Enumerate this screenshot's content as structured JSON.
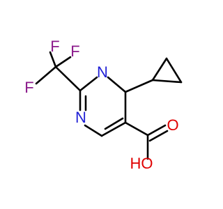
{
  "molecule": {
    "atoms": {
      "f1": "F",
      "f2": "F",
      "f3": "F",
      "n1": "N",
      "n3": "N",
      "o_carbonyl": "O",
      "oh": "HO"
    },
    "colors": {
      "bond": "#000000",
      "fluorine": "#8b1a8b",
      "nitrogen": "#1f1fd6",
      "oxygen": "#e00000"
    }
  }
}
